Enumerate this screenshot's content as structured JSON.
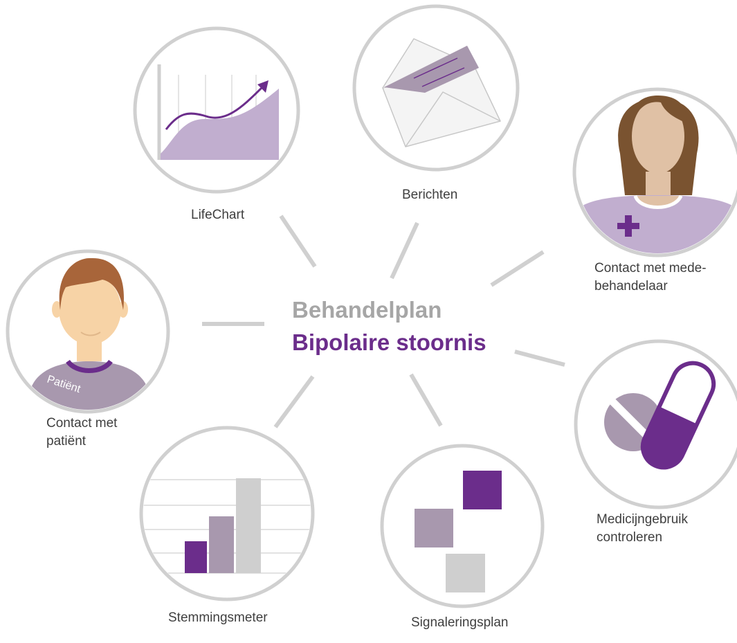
{
  "center": {
    "title": "Behandelplan",
    "subtitle": "Bipolaire stoornis"
  },
  "nodes": {
    "lifechart": {
      "label": "LifeChart",
      "icon": "line-chart-icon"
    },
    "berichten": {
      "label": "Berichten",
      "icon": "envelope-icon"
    },
    "medebehandelaar": {
      "label_line1": "Contact met mede-",
      "label_line2": "behandelaar",
      "icon": "nurse-avatar-icon"
    },
    "patient": {
      "label_line1": "Contact met",
      "label_line2": "patiënt",
      "shirt_text": "Patiënt",
      "icon": "patient-avatar-icon"
    },
    "medicijn": {
      "label_line1": "Medicijngebruik",
      "label_line2": "controleren",
      "icon": "pill-capsule-icon"
    },
    "stemmingsmeter": {
      "label": "Stemmingsmeter",
      "icon": "bar-chart-icon"
    },
    "signaleringsplan": {
      "label": "Signaleringsplan",
      "icon": "squares-icon"
    }
  },
  "colors": {
    "purple_dark": "#6b2d8b",
    "purple_mid": "#a898ae",
    "purple_light": "#c1aecf",
    "grey_line": "#d0d0d0",
    "grey_title": "#a6a6a6",
    "hair_brown": "#7a5330",
    "skin": "#f7d3a6",
    "skin_nurse": "#e0c1a5"
  }
}
